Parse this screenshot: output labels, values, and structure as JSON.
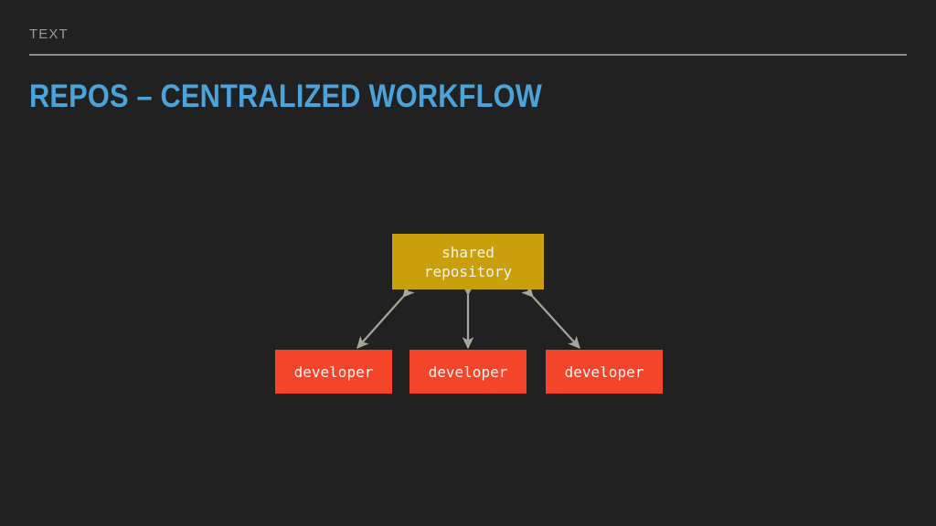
{
  "slide": {
    "eyebrow": "TEXT",
    "title": "REPOS – CENTRALIZED WORKFLOW",
    "background_color": "#212121",
    "title_color": "#4aa3da",
    "eyebrow_color": "#9a9a9a",
    "divider_color": "#8c8c8c"
  },
  "diagram": {
    "type": "node-graph",
    "repository": {
      "label_line_1": "shared",
      "label_line_2": "repository",
      "color": "#c9a00b",
      "text_color": "#f4f2ee"
    },
    "developers": [
      {
        "label": "developer",
        "color": "#f4452b",
        "text_color": "#f4f2ee"
      },
      {
        "label": "developer",
        "color": "#f4452b",
        "text_color": "#f4f2ee"
      },
      {
        "label": "developer",
        "color": "#f4452b",
        "text_color": "#f4f2ee"
      }
    ],
    "connections": [
      {
        "from": "shared repository",
        "to": "developer",
        "style": "double-headed-arrow",
        "color": "#a9a49c"
      },
      {
        "from": "shared repository",
        "to": "developer",
        "style": "double-headed-arrow",
        "color": "#a9a49c"
      },
      {
        "from": "shared repository",
        "to": "developer",
        "style": "double-headed-arrow",
        "color": "#a9a49c"
      }
    ]
  }
}
